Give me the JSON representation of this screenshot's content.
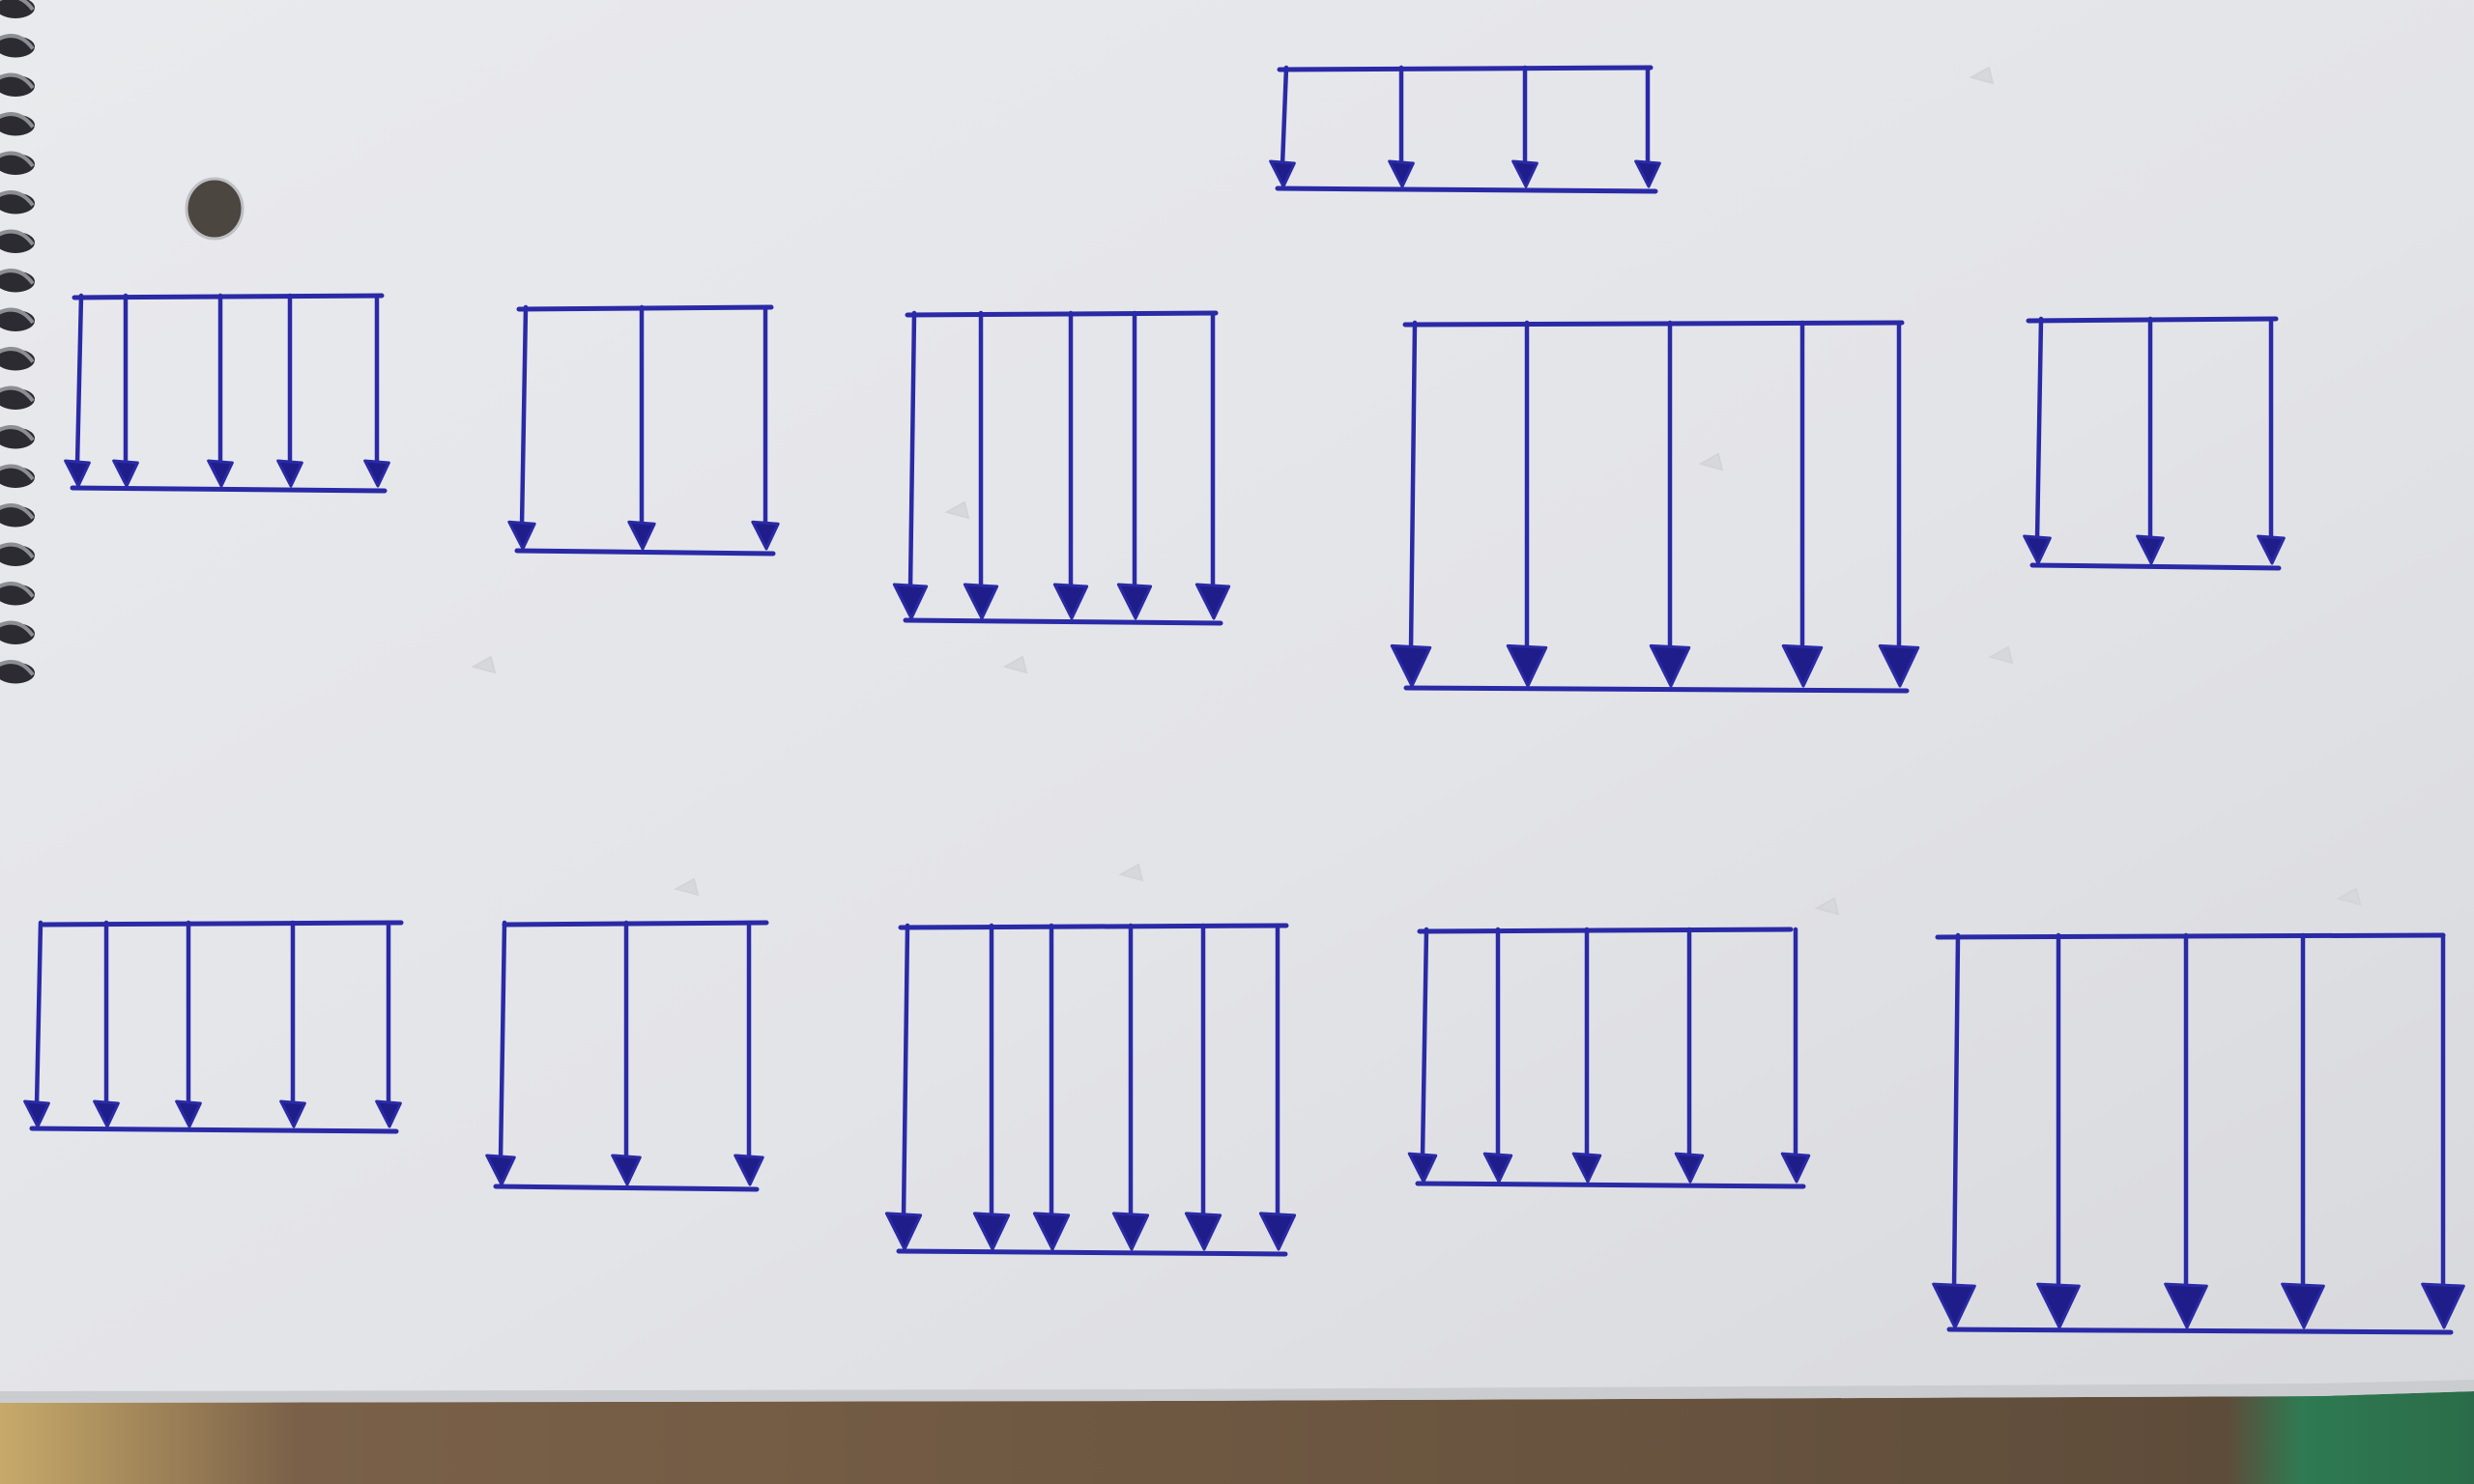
{
  "colors": {
    "paper": "#e6e7ea",
    "paper_shadow": "#cfd0d4",
    "ink": "#2a2aa6",
    "ink_dark": "#1e1d8a",
    "spiral_hole": "#2b2b31",
    "punch_hole": "#4a4540",
    "table_brown": "#6e5942",
    "table_tan": "#c7aa6a",
    "table_green": "#2f7a52"
  },
  "sheet": {
    "spiral_rings": 18,
    "punch_holes": 1
  },
  "drawings": {
    "arrow_count_per_group": [
      4,
      5,
      3,
      5,
      5,
      3,
      5,
      3,
      6,
      5,
      5
    ],
    "arrow_direction": "down"
  }
}
